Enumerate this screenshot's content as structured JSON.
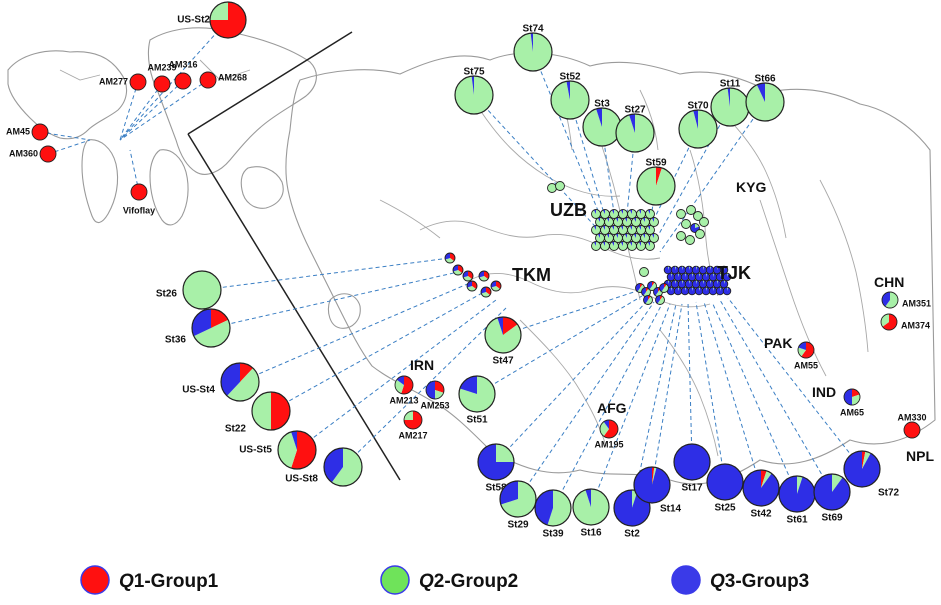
{
  "colors": {
    "group1": "#ff1010",
    "group2": "#a8f0a8",
    "group3": "#2e2ee6",
    "dashed_line": "#3b7fc4"
  },
  "countries": [
    "UZB",
    "KYG",
    "TKM",
    "TJK",
    "CHN",
    "IRN",
    "PAK",
    "AFG",
    "IND",
    "NPL"
  ],
  "legend": [
    {
      "prefix": "Q",
      "number": "1",
      "label": "-Group1",
      "color": "#ff1010"
    },
    {
      "prefix": "Q",
      "number": "2",
      "label": "-Group2",
      "color": "#6fe35a"
    },
    {
      "prefix": "Q",
      "number": "3",
      "label": "-Group3",
      "color": "#3a3ae8"
    }
  ],
  "samples": [
    {
      "name": "US-St2",
      "q1": 0.75,
      "q2": 0.25,
      "q3": 0.0
    },
    {
      "name": "AM316",
      "q1": 1.0,
      "q2": 0.0,
      "q3": 0.0
    },
    {
      "name": "AM239",
      "q1": 1.0,
      "q2": 0.0,
      "q3": 0.0
    },
    {
      "name": "AM277",
      "q1": 1.0,
      "q2": 0.0,
      "q3": 0.0
    },
    {
      "name": "AM268",
      "q1": 1.0,
      "q2": 0.0,
      "q3": 0.0
    },
    {
      "name": "AM45",
      "q1": 1.0,
      "q2": 0.0,
      "q3": 0.0
    },
    {
      "name": "AM360",
      "q1": 1.0,
      "q2": 0.0,
      "q3": 0.0
    },
    {
      "name": "Vifoflay",
      "q1": 1.0,
      "q2": 0.0,
      "q3": 0.0
    },
    {
      "name": "St74",
      "q1": 0.0,
      "q2": 0.98,
      "q3": 0.02
    },
    {
      "name": "St75",
      "q1": 0.0,
      "q2": 0.98,
      "q3": 0.02
    },
    {
      "name": "St52",
      "q1": 0.0,
      "q2": 0.97,
      "q3": 0.03
    },
    {
      "name": "St3",
      "q1": 0.0,
      "q2": 0.95,
      "q3": 0.05
    },
    {
      "name": "St27",
      "q1": 0.0,
      "q2": 0.95,
      "q3": 0.05
    },
    {
      "name": "St70",
      "q1": 0.0,
      "q2": 0.96,
      "q3": 0.04
    },
    {
      "name": "St11",
      "q1": 0.0,
      "q2": 0.98,
      "q3": 0.02
    },
    {
      "name": "St66",
      "q1": 0.0,
      "q2": 0.93,
      "q3": 0.07
    },
    {
      "name": "St59",
      "q1": 0.05,
      "q2": 0.95,
      "q3": 0.0
    },
    {
      "name": "St26",
      "q1": 0.0,
      "q2": 1.0,
      "q3": 0.0
    },
    {
      "name": "St36",
      "q1": 0.18,
      "q2": 0.5,
      "q3": 0.32
    },
    {
      "name": "US-St4",
      "q1": 0.12,
      "q2": 0.5,
      "q3": 0.38
    },
    {
      "name": "St22",
      "q1": 0.5,
      "q2": 0.5,
      "q3": 0.0
    },
    {
      "name": "US-St5",
      "q1": 0.55,
      "q2": 0.4,
      "q3": 0.05
    },
    {
      "name": "US-St8",
      "q1": 0.0,
      "q2": 0.6,
      "q3": 0.4
    },
    {
      "name": "St47",
      "q1": 0.15,
      "q2": 0.8,
      "q3": 0.05
    },
    {
      "name": "St51",
      "q1": 0.0,
      "q2": 0.8,
      "q3": 0.2
    },
    {
      "name": "AM213",
      "q1": 0.55,
      "q2": 0.3,
      "q3": 0.15
    },
    {
      "name": "AM253",
      "q1": 0.3,
      "q2": 0.2,
      "q3": 0.5
    },
    {
      "name": "AM217",
      "q1": 0.75,
      "q2": 0.25,
      "q3": 0.0
    },
    {
      "name": "AM195",
      "q1": 0.6,
      "q2": 0.3,
      "q3": 0.1
    },
    {
      "name": "AM351",
      "q1": 0.0,
      "q2": 0.6,
      "q3": 0.4
    },
    {
      "name": "AM374",
      "q1": 0.65,
      "q2": 0.35,
      "q3": 0.0
    },
    {
      "name": "AM55",
      "q1": 0.6,
      "q2": 0.2,
      "q3": 0.2
    },
    {
      "name": "AM65",
      "q1": 0.2,
      "q2": 0.3,
      "q3": 0.5
    },
    {
      "name": "AM330",
      "q1": 1.0,
      "q2": 0.0,
      "q3": 0.0
    },
    {
      "name": "St58",
      "q1": 0.0,
      "q2": 0.25,
      "q3": 0.75
    },
    {
      "name": "St29",
      "q1": 0.0,
      "q2": 0.7,
      "q3": 0.3
    },
    {
      "name": "St39",
      "q1": 0.0,
      "q2": 0.55,
      "q3": 0.45
    },
    {
      "name": "St16",
      "q1": 0.0,
      "q2": 0.95,
      "q3": 0.05
    },
    {
      "name": "St2",
      "q1": 0.0,
      "q2": 0.05,
      "q3": 0.95
    },
    {
      "name": "St14",
      "q1": 0.02,
      "q2": 0.02,
      "q3": 0.96
    },
    {
      "name": "St17",
      "q1": 0.0,
      "q2": 0.0,
      "q3": 1.0
    },
    {
      "name": "St25",
      "q1": 0.0,
      "q2": 0.0,
      "q3": 1.0
    },
    {
      "name": "St42",
      "q1": 0.05,
      "q2": 0.05,
      "q3": 0.9
    },
    {
      "name": "St61",
      "q1": 0.0,
      "q2": 0.05,
      "q3": 0.95
    },
    {
      "name": "St69",
      "q1": 0.0,
      "q2": 0.1,
      "q3": 0.9
    },
    {
      "name": "St72",
      "q1": 0.03,
      "q2": 0.05,
      "q3": 0.92
    }
  ]
}
